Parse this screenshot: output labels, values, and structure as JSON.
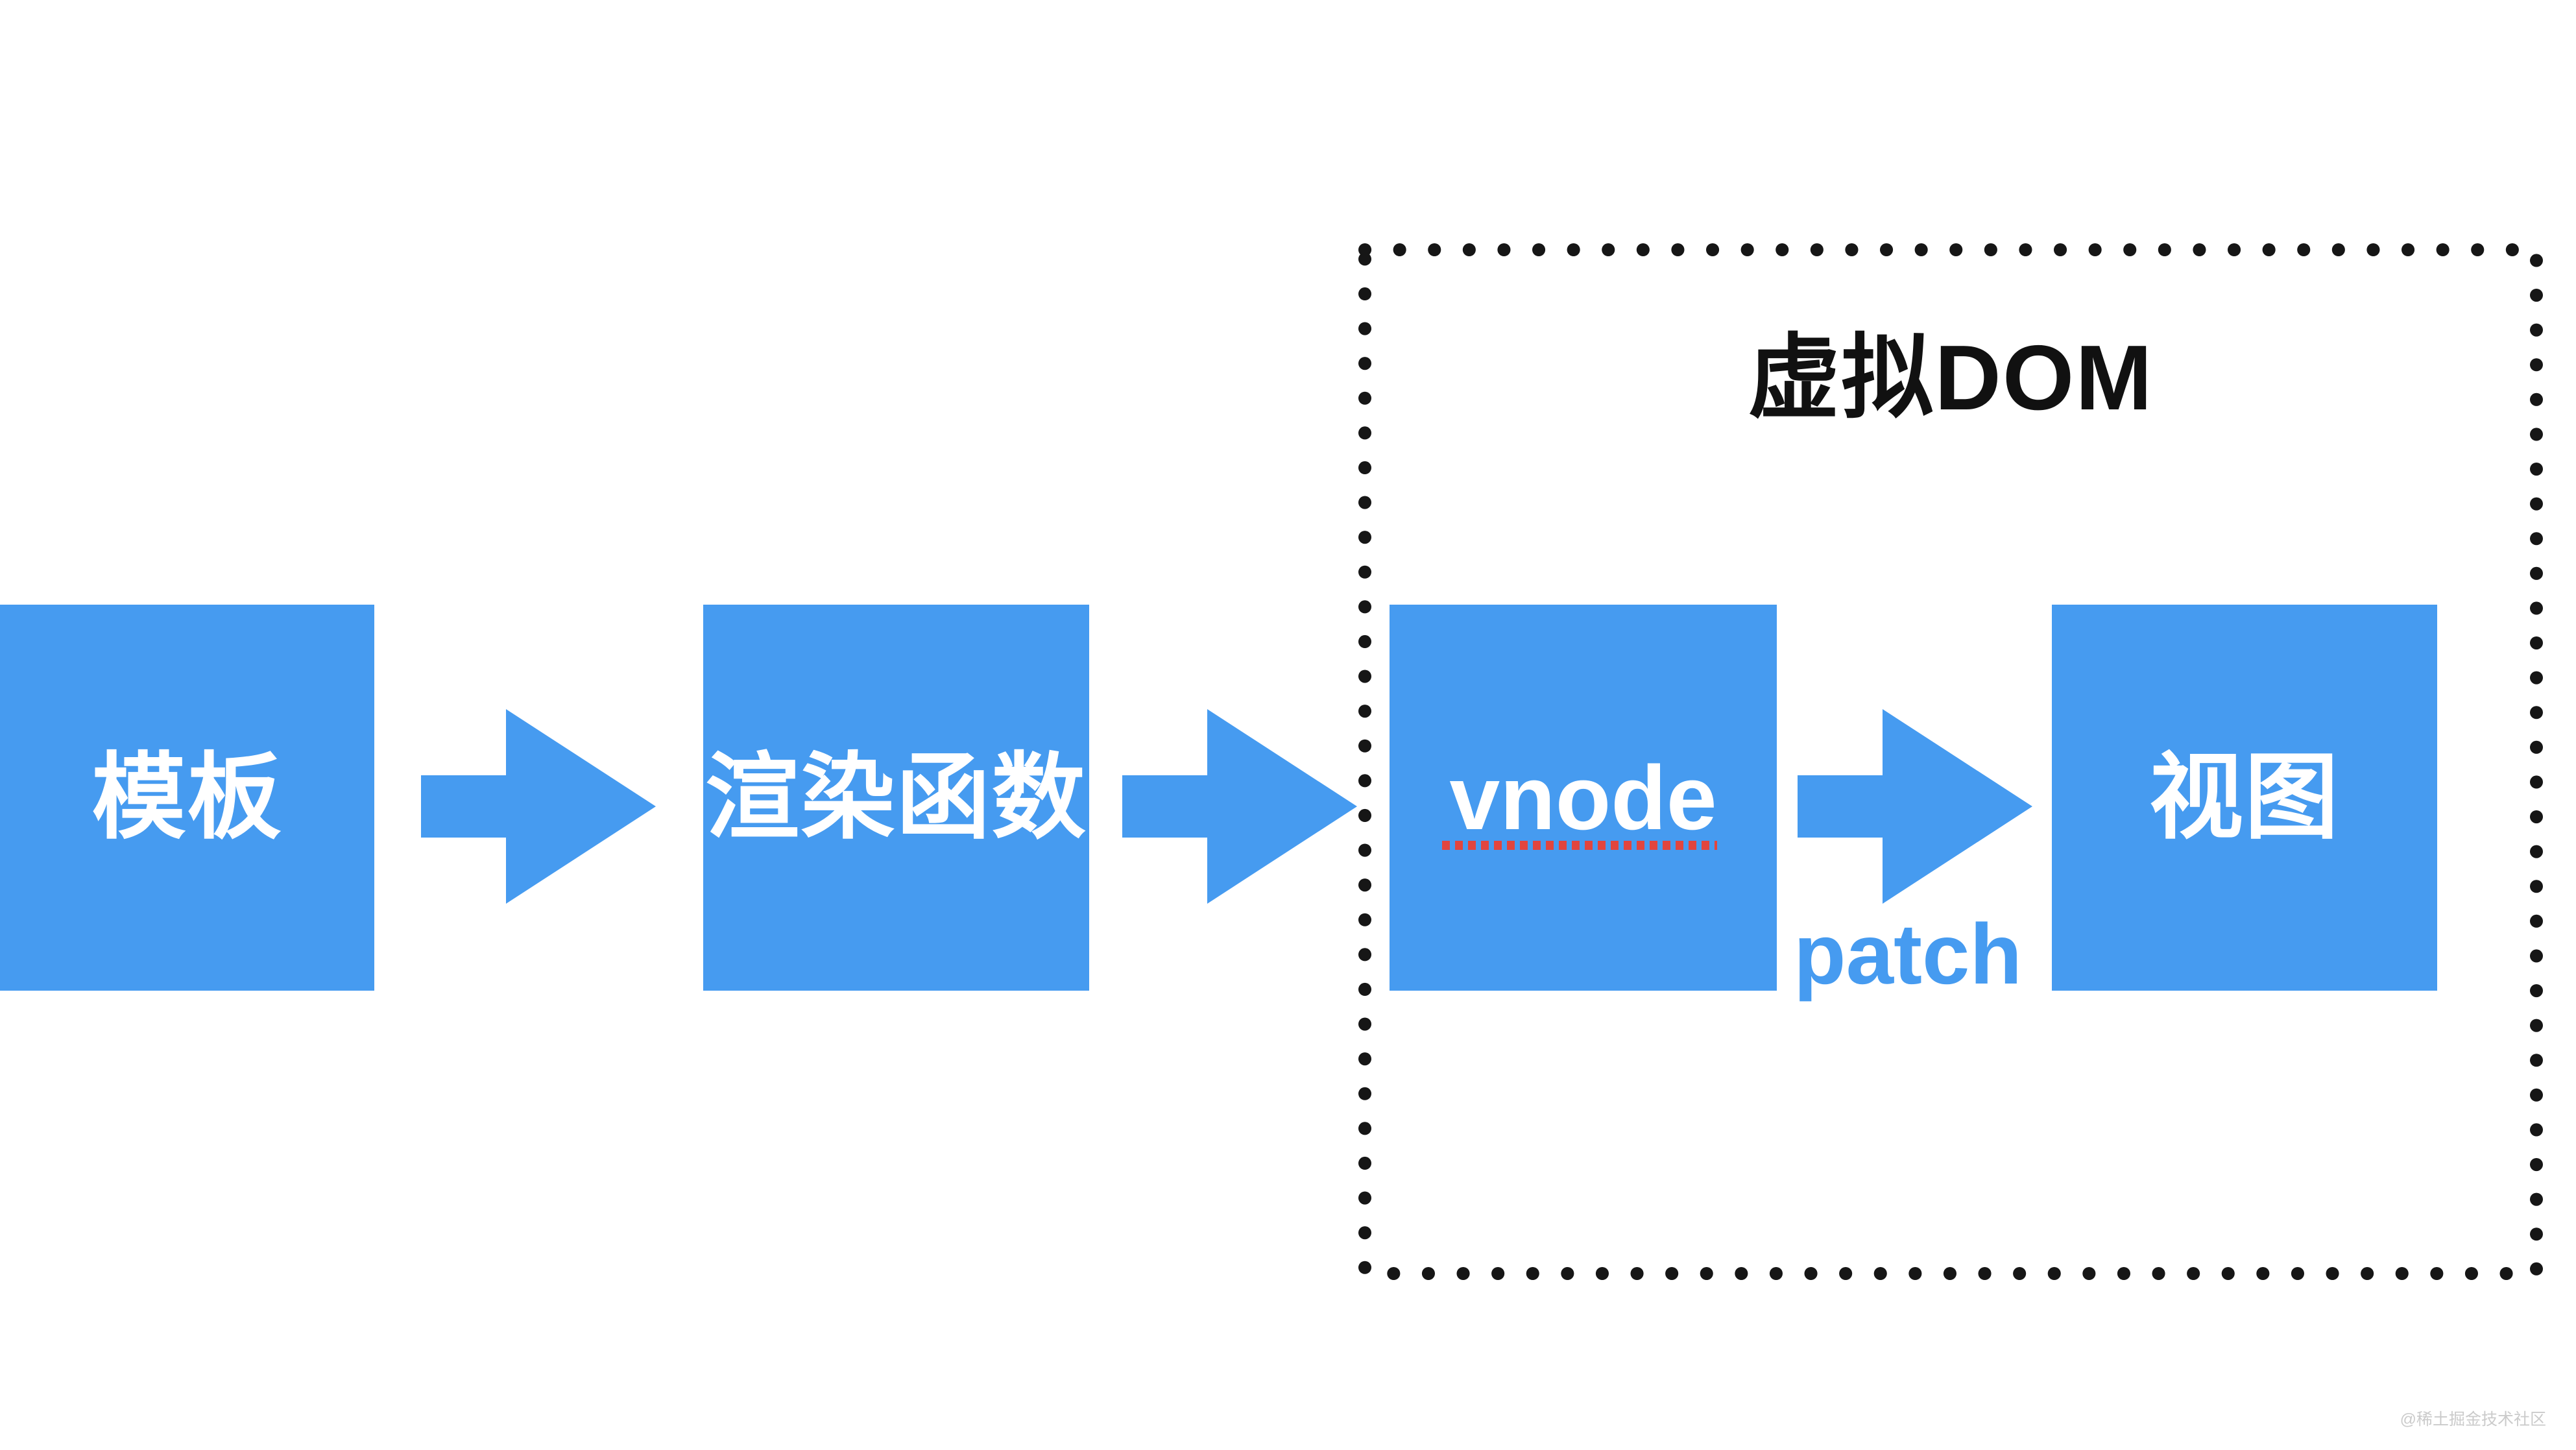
{
  "diagram": {
    "title": "虚拟DOM",
    "nodes": [
      {
        "id": "template",
        "label": "模板"
      },
      {
        "id": "render-function",
        "label": "渲染函数"
      },
      {
        "id": "vnode",
        "label": "vnode"
      },
      {
        "id": "view",
        "label": "视图"
      }
    ],
    "edges": [
      {
        "from": "template",
        "to": "render-function",
        "label": ""
      },
      {
        "from": "render-function",
        "to": "vnode",
        "label": ""
      },
      {
        "from": "vnode",
        "to": "view",
        "label": "patch"
      }
    ],
    "group": {
      "title": "虚拟DOM",
      "members": [
        "vnode",
        "view"
      ],
      "border_style": "dotted"
    },
    "patch_label": "patch",
    "watermark": "@稀土掘金技术社区",
    "colors": {
      "node_blue": "#469bf0",
      "node_text_white": "#ffffff",
      "underline_red": "#e2453e",
      "group_border_black": "#161616",
      "title_black": "#111111",
      "watermark_gray": "#cbcbcb",
      "background": "#ffffff"
    }
  }
}
